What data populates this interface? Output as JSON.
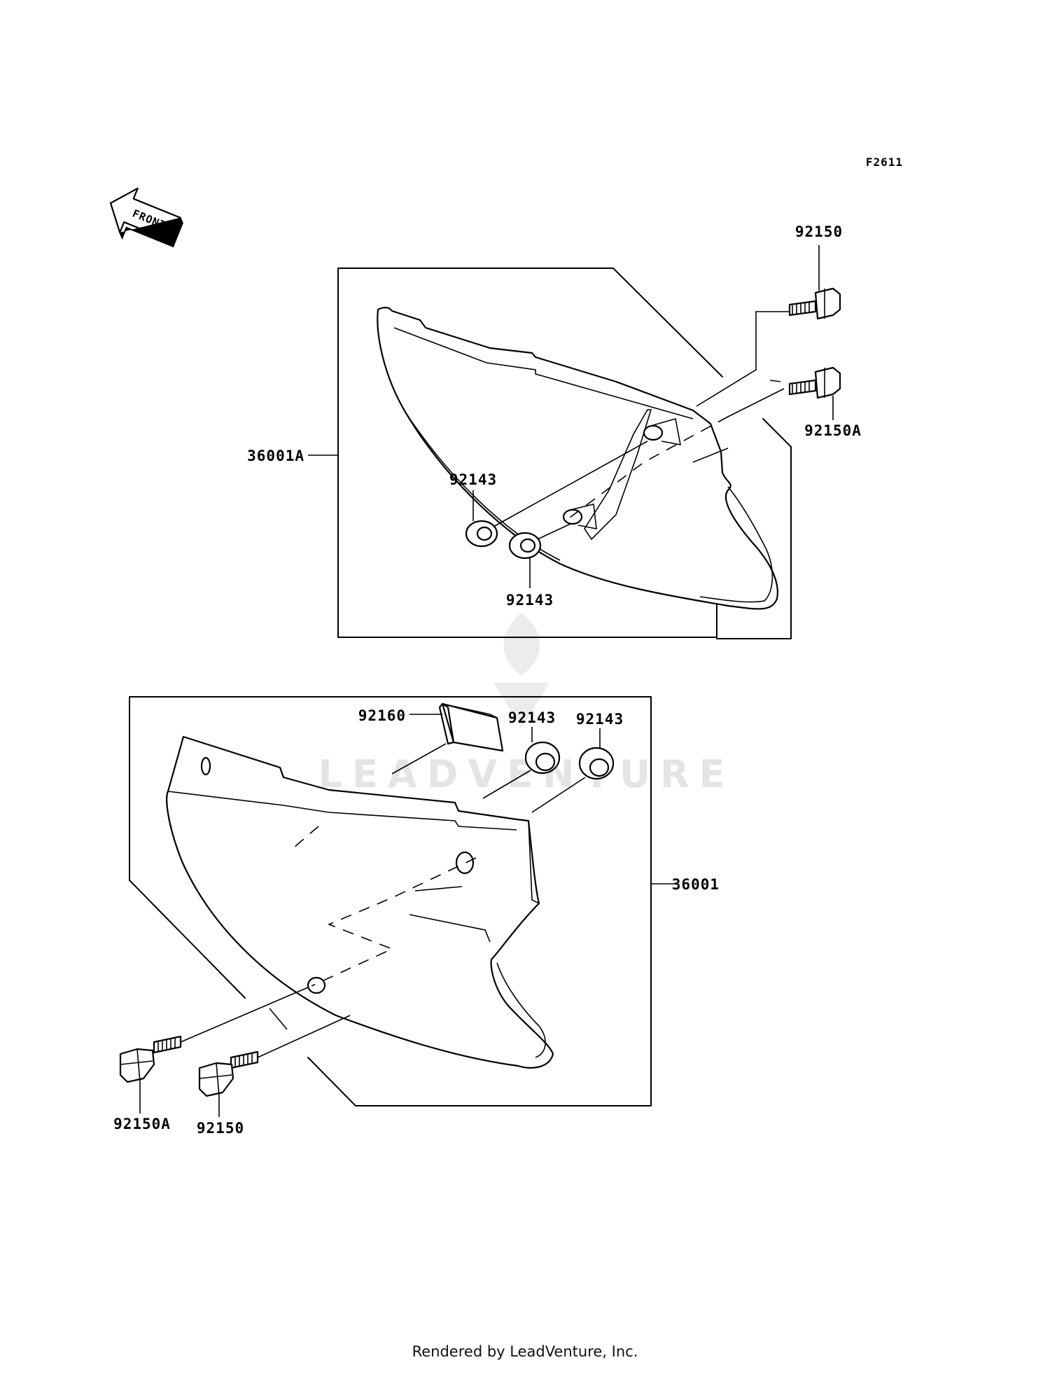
{
  "diagram_code": "F2611",
  "front_arrow_label": "FRONT",
  "labels": {
    "bolt_top_upper": "92150",
    "bolt_top_lower": "92150A",
    "cover_left": "36001A",
    "grommet_top_left": "92143",
    "grommet_top_right": "92143",
    "pad": "92160",
    "grommet_bottom_left": "92143",
    "grommet_bottom_right": "92143",
    "cover_right": "36001",
    "bolt_bottom_left": "92150A",
    "bolt_bottom_right": "92150"
  },
  "watermark": "LEADVENTURE",
  "footer": "Rendered by LeadVenture, Inc."
}
